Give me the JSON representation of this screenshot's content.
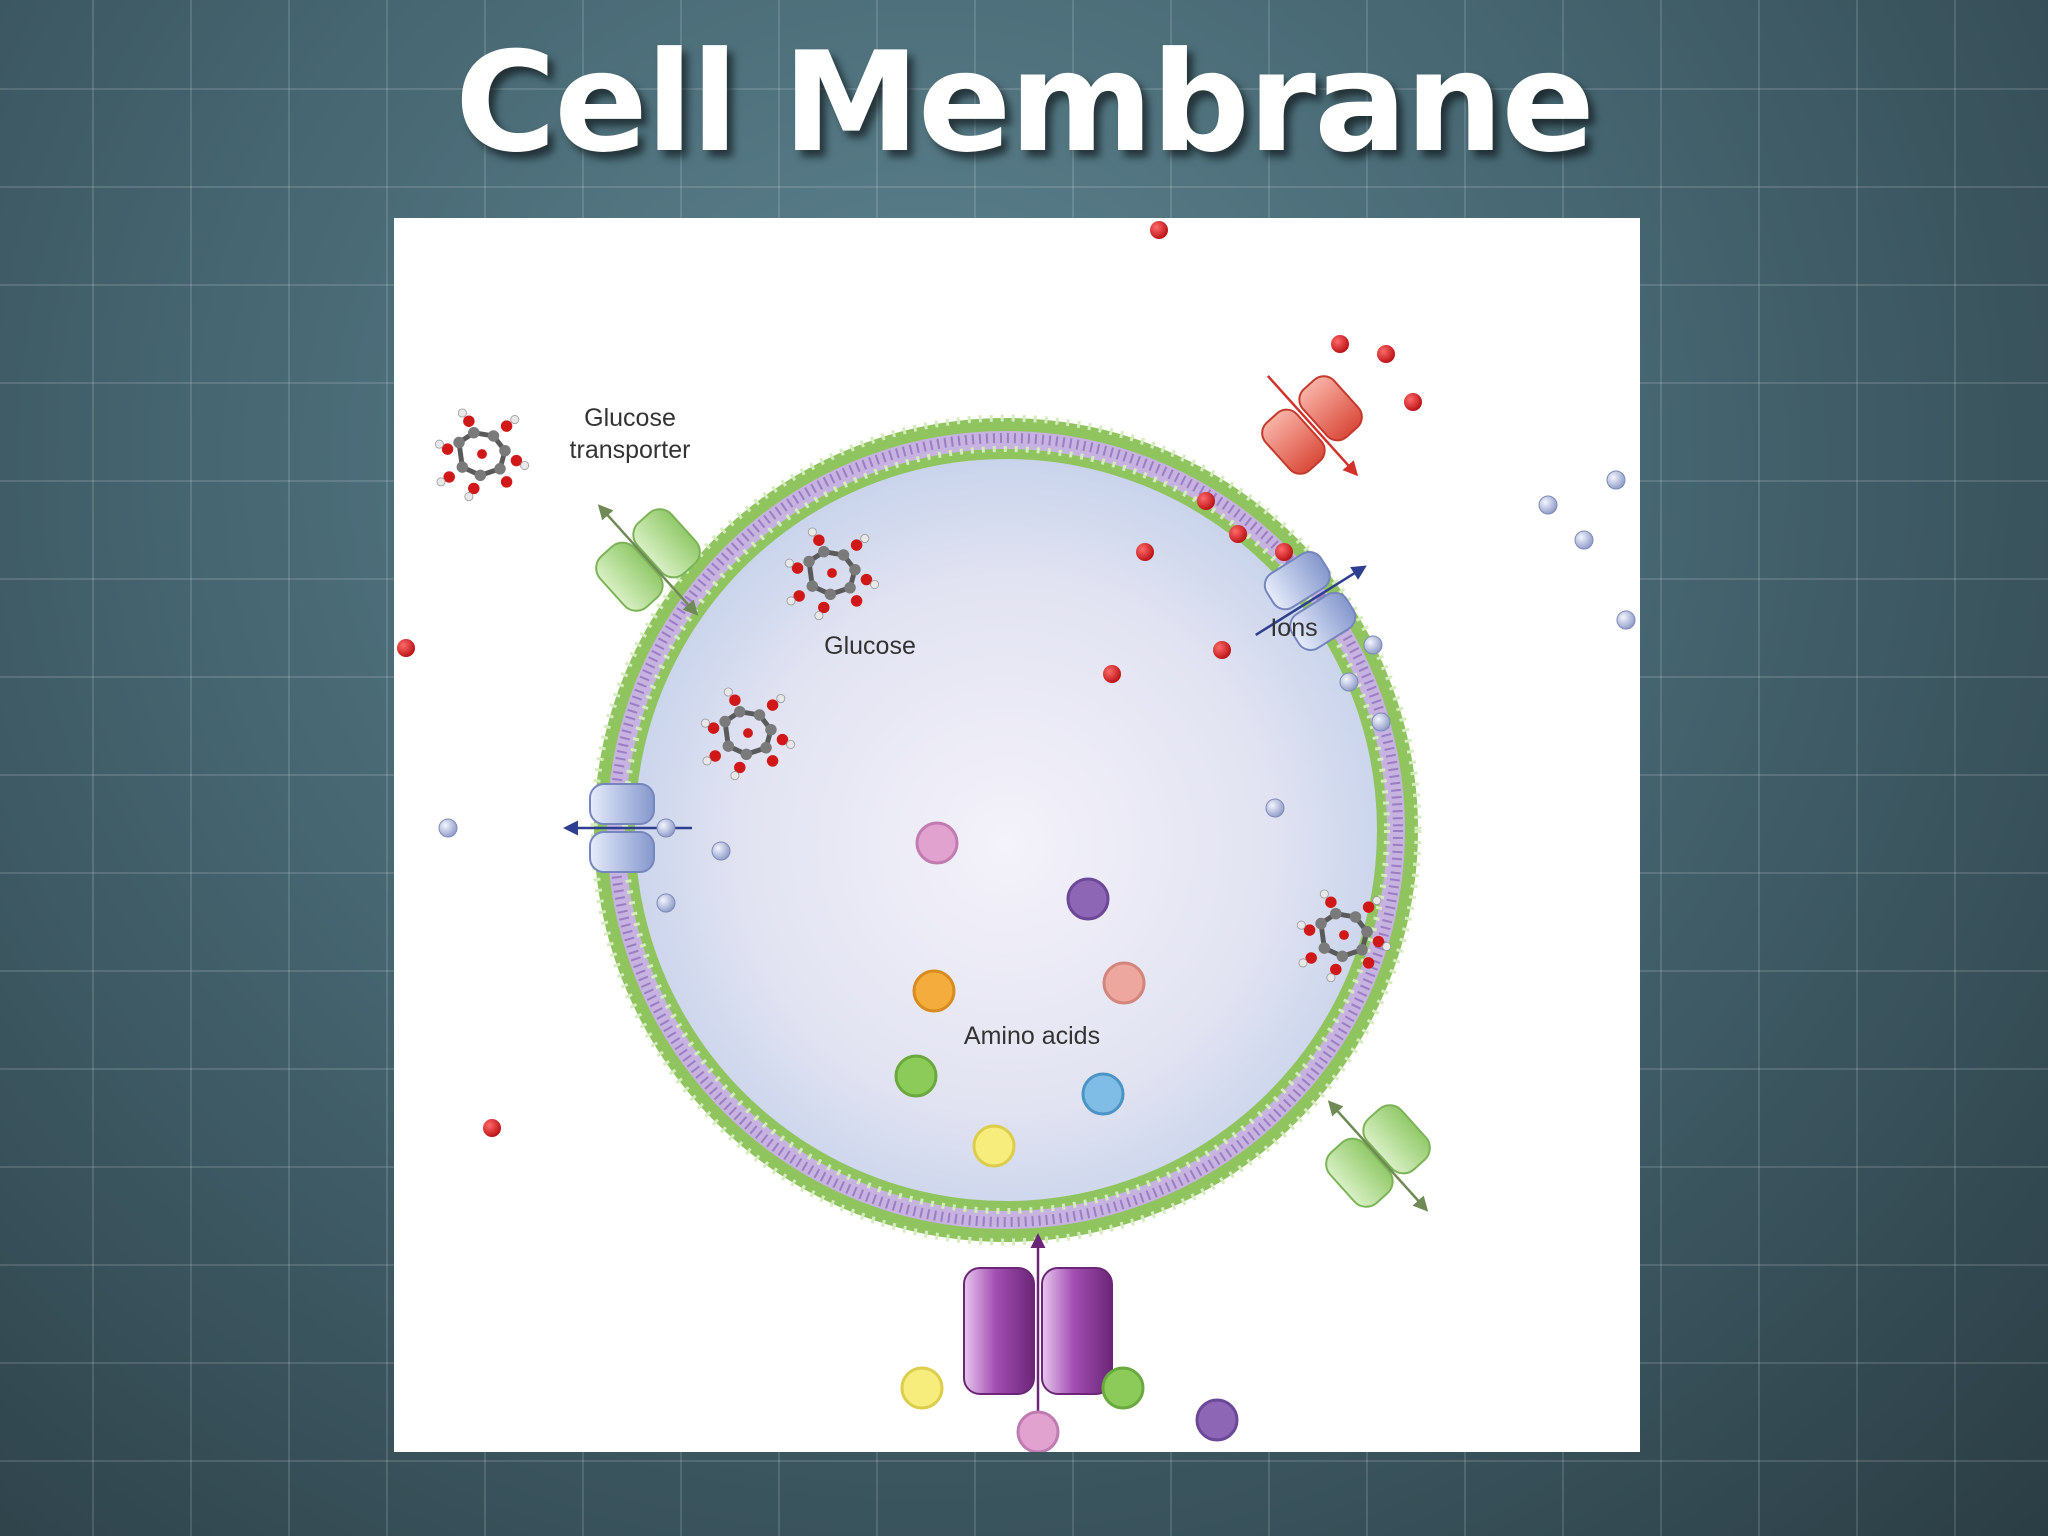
{
  "slide": {
    "title": "Cell Membrane"
  },
  "diagram": {
    "labels": {
      "glucose_transporter_line1": "Glucose",
      "glucose_transporter_line2": "transporter",
      "glucose": "Glucose",
      "ions": "Ions",
      "amino_acids": "Amino acids"
    },
    "colors": {
      "membrane_head": "#8fc45f",
      "membrane_tail": "#a88cc8",
      "cytoplasm_center": "#f3f1fa",
      "cytoplasm_edge": "#c6d3ec",
      "glucose_transporter": "#a9d88a",
      "ion_channel_blue": "#9fb1dc",
      "ion_channel_red": "#e8705f",
      "amino_acid_pump": "#8a3d96",
      "red_ion": "#cc1f1f",
      "blue_ion": "#9aa6cf",
      "amino_pink": "#e2a2cf",
      "amino_purple": "#8d66b6",
      "amino_orange": "#f4ad3c",
      "amino_salmon": "#eea79e",
      "amino_green": "#8ccb5a",
      "amino_blue": "#80bde6",
      "amino_yellow": "#f6ed7c"
    }
  }
}
